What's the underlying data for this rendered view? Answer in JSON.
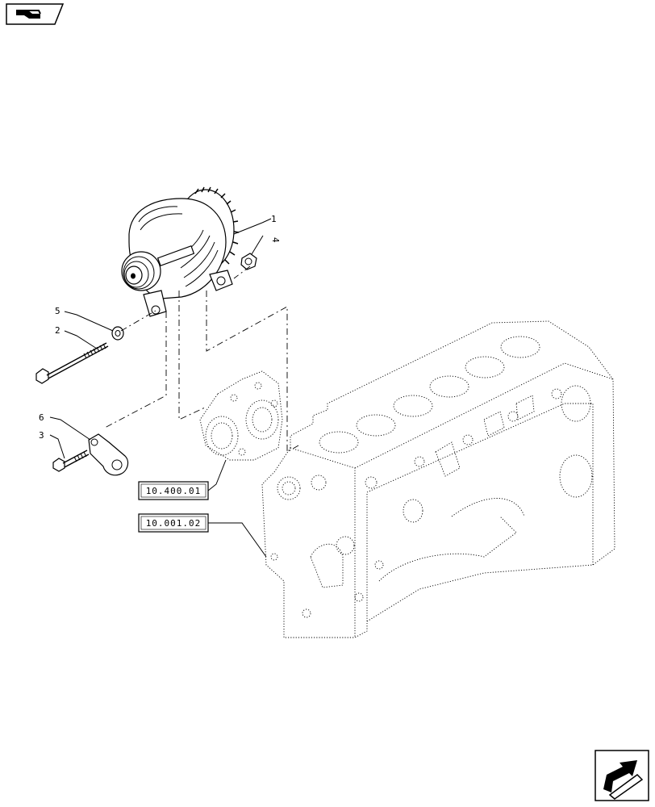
{
  "diagram": {
    "callouts": [
      {
        "id": "c1",
        "label": "1"
      },
      {
        "id": "c4",
        "label": "4"
      },
      {
        "id": "c5",
        "label": "5"
      },
      {
        "id": "c2",
        "label": "2"
      },
      {
        "id": "c6",
        "label": "6"
      },
      {
        "id": "c3",
        "label": "3"
      }
    ],
    "references": [
      {
        "id": "ref-cover",
        "label": "10.400.01"
      },
      {
        "id": "ref-block",
        "label": "10.001.02"
      }
    ]
  },
  "icons": {
    "top_left": "book-page-icon",
    "bottom_right": "next-page-arrow-icon"
  }
}
